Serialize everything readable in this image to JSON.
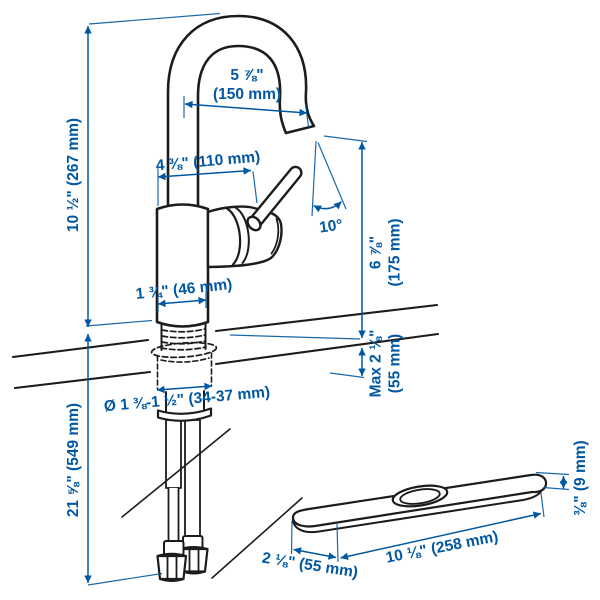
{
  "image_type": "product dimension diagram",
  "product": "single-lever kitchen mixer tap with gooseneck spout, supply hoses and separate deck plate",
  "colors": {
    "dimension_blue": "#0058A3",
    "line_black": "#1c1c1c",
    "background": "#ffffff"
  },
  "labels": {
    "spout_reach": {
      "line1": "5 ⅞\"",
      "line2": "(150 mm)"
    },
    "spout_offset": "4 ⅜\" (110 mm)",
    "total_height": "10 ½\" (267 mm)",
    "base_width": "1 ¾\" (46 mm)",
    "spout_outlet_height": {
      "line1": "6 ⅞\"",
      "line2": "(175 mm)"
    },
    "spout_angle": "10°",
    "max_worktop_thickness": {
      "line1": "Max 2 ⅛\"",
      "line2": "(55 mm)"
    },
    "hole_diameter": "Ø 1 ⅜-1 ½\" (34-37 mm)",
    "hose_length": "21 ⅝\" (549 mm)",
    "plate_depth": "2 ⅛\" (55 mm)",
    "plate_length": "10 ⅛\" (258 mm)",
    "plate_thickness": "⅜\" (9 mm)"
  }
}
